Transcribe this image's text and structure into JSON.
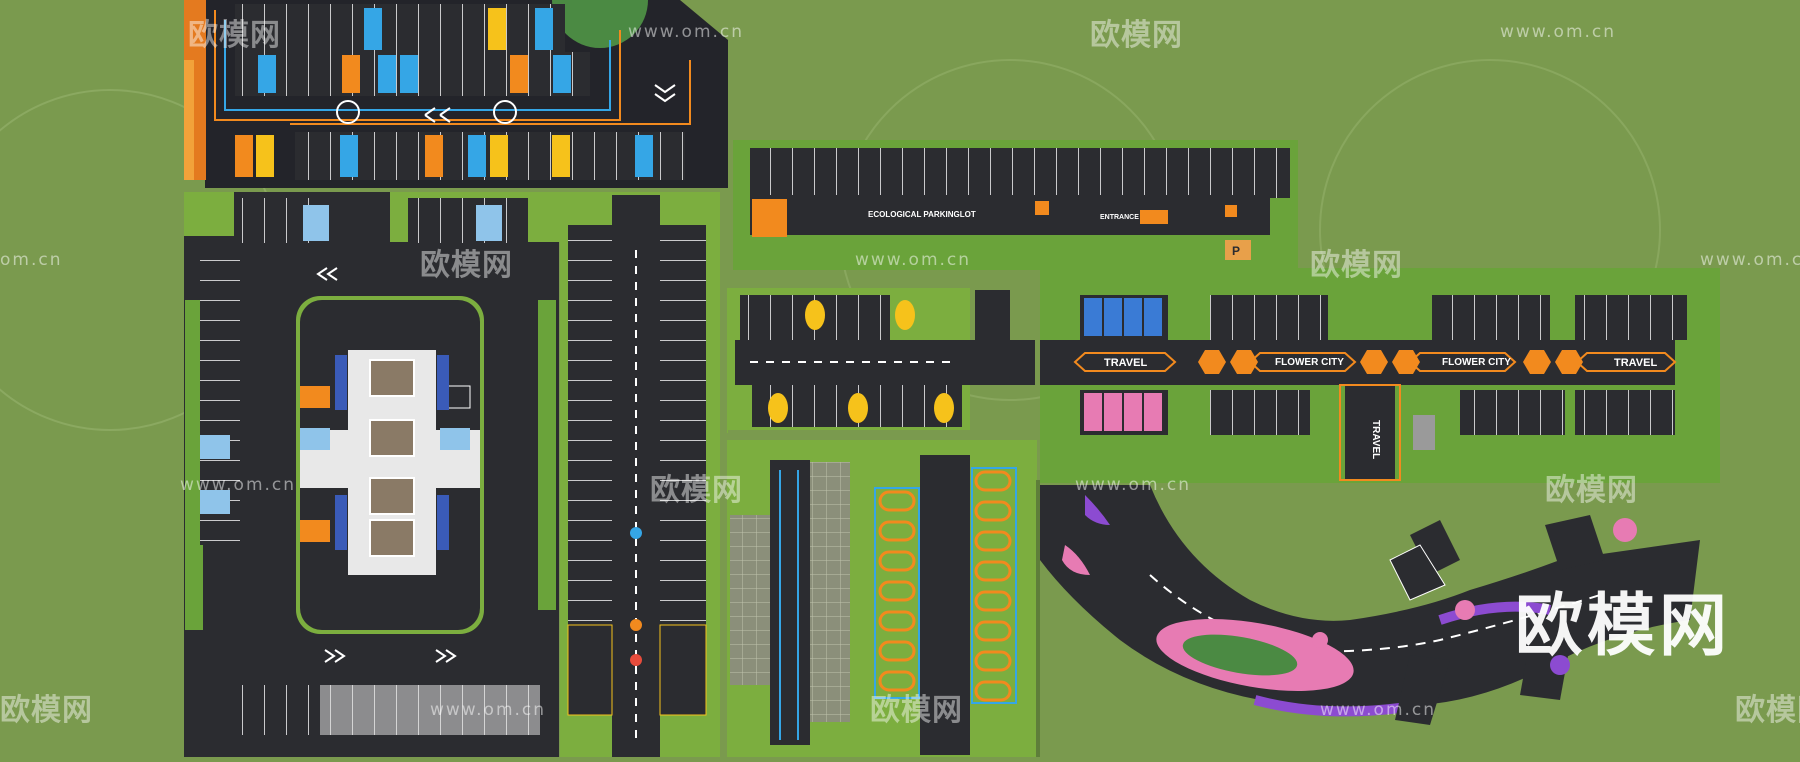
{
  "map": {
    "labels": {
      "ecological_parking": "ECOLOGICAL PARKINGLOT",
      "entrance": "ENTRANCE",
      "travel_left": "TRAVEL",
      "flower_city_1": "FLOWER CITY",
      "flower_city_2": "FLOWER CITY",
      "travel_right": "TRAVEL",
      "travel_vertical": "TRAVEL",
      "parking_sign": "P"
    },
    "watermarks": {
      "brand": "欧模网",
      "url": "www.om.cn",
      "url_short": "om.cn",
      "big_brand": "欧模网"
    },
    "colors": {
      "grass": "#7a9a4e",
      "asphalt": "#2b2c30",
      "accent_orange": "#f28a1e",
      "accent_blue": "#35a6e6",
      "accent_yellow": "#f6c21b",
      "accent_pink": "#e77bb3",
      "accent_purple": "#8c4bd1"
    }
  }
}
